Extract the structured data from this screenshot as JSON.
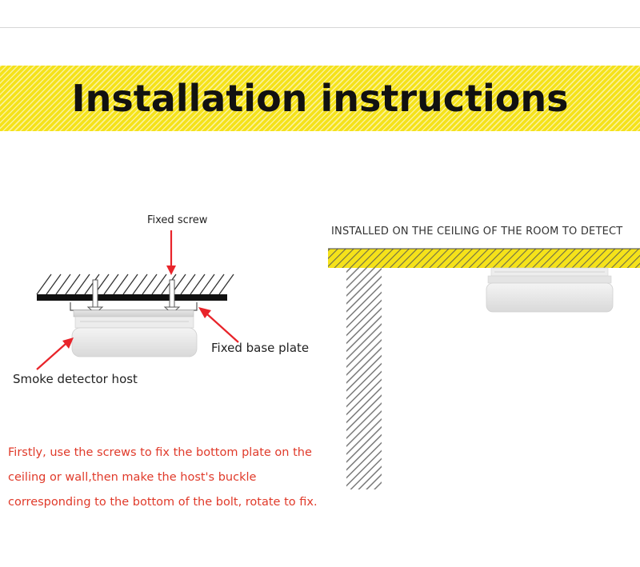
{
  "header": {
    "title": "Installation instructions"
  },
  "left_diagram": {
    "labels": {
      "fixed_screw": "Fixed screw",
      "fixed_base_plate": "Fixed base plate",
      "smoke_detector_host": "Smoke detector host"
    }
  },
  "right_diagram": {
    "caption": "INSTALLED ON THE CEILING OF THE ROOM TO DETECT"
  },
  "instructions": {
    "lines": [
      "Firstly, use the screws to fix the bottom plate on the",
      "ceiling or wall,then make the host's buckle",
      "corresponding to the bottom of the bolt, rotate to fix."
    ]
  },
  "colors": {
    "banner_yellow": "#f5e21a",
    "arrow_red": "#e8242a",
    "instruction_red": "#e03a2a",
    "hatch_gray": "#7a7a7a"
  }
}
